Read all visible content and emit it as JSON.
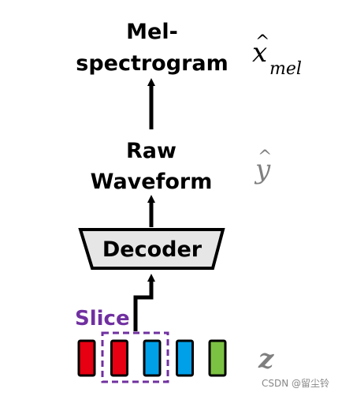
{
  "nodes": {
    "mel_line1": "Mel-",
    "mel_line2": "spectrogram",
    "raw_line1": "Raw",
    "raw_line2": "Waveform",
    "decoder": "Decoder",
    "slice": "Slice"
  },
  "math": {
    "mel_symbol": "x",
    "mel_hat": "^",
    "mel_subscript": "mel",
    "wave_symbol": "y",
    "wave_hat": "^",
    "latent_symbol": "z"
  },
  "latent_blocks": [
    {
      "color": "#e60012"
    },
    {
      "color": "#e60012"
    },
    {
      "color": "#00a0e9"
    },
    {
      "color": "#00a0e9"
    },
    {
      "color": "#7cc242"
    }
  ],
  "colors": {
    "slice": "#7030a0",
    "decoder_fill": "#e6e6e6",
    "math_gray": "#7f7f7f",
    "arrow": "#000000"
  },
  "watermark": "CSDN @留尘铃"
}
